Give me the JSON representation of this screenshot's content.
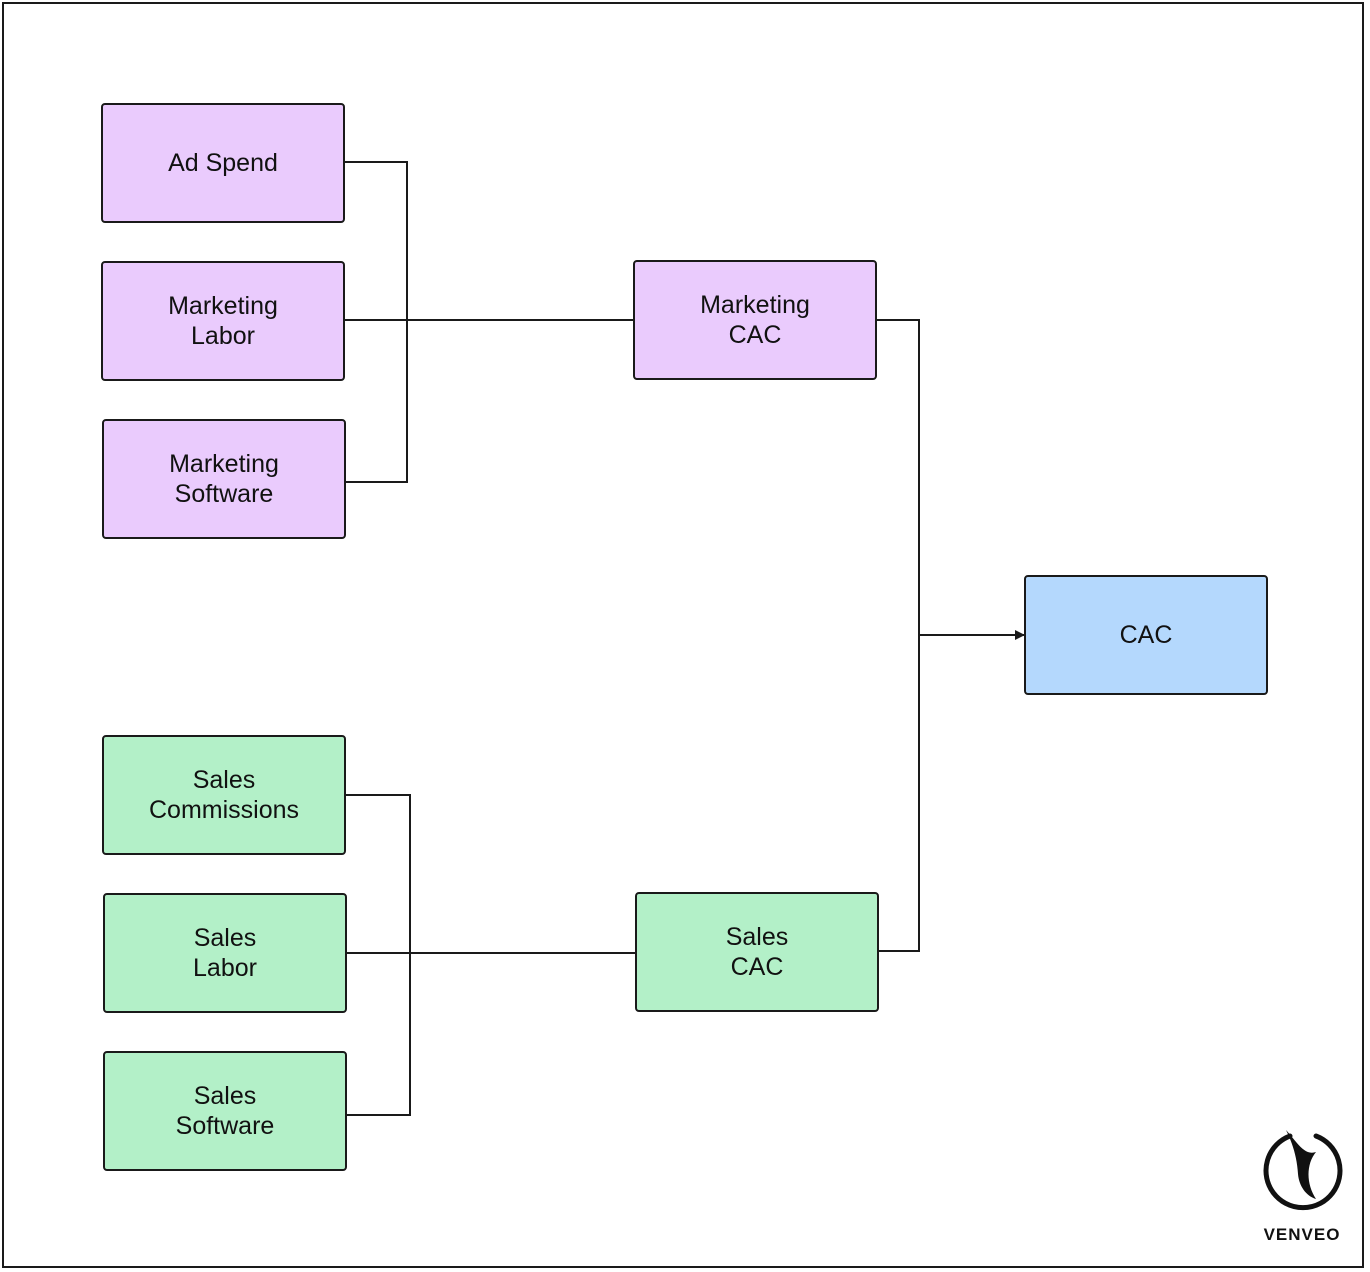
{
  "nodes": {
    "ad_spend": "Ad Spend",
    "marketing_labor": "Marketing\nLabor",
    "marketing_software": "Marketing\nSoftware",
    "marketing_cac": "Marketing\nCAC",
    "cac": "CAC",
    "sales_commissions": "Sales\nCommissions",
    "sales_labor": "Sales\nLabor",
    "sales_software": "Sales\nSoftware",
    "sales_cac": "Sales\nCAC"
  },
  "logo": {
    "text": "VENVEO"
  },
  "colors": {
    "marketing": "#eacbfd",
    "sales": "#b3f0c8",
    "total": "#b4d8fd",
    "stroke": "#1a1a1a"
  }
}
